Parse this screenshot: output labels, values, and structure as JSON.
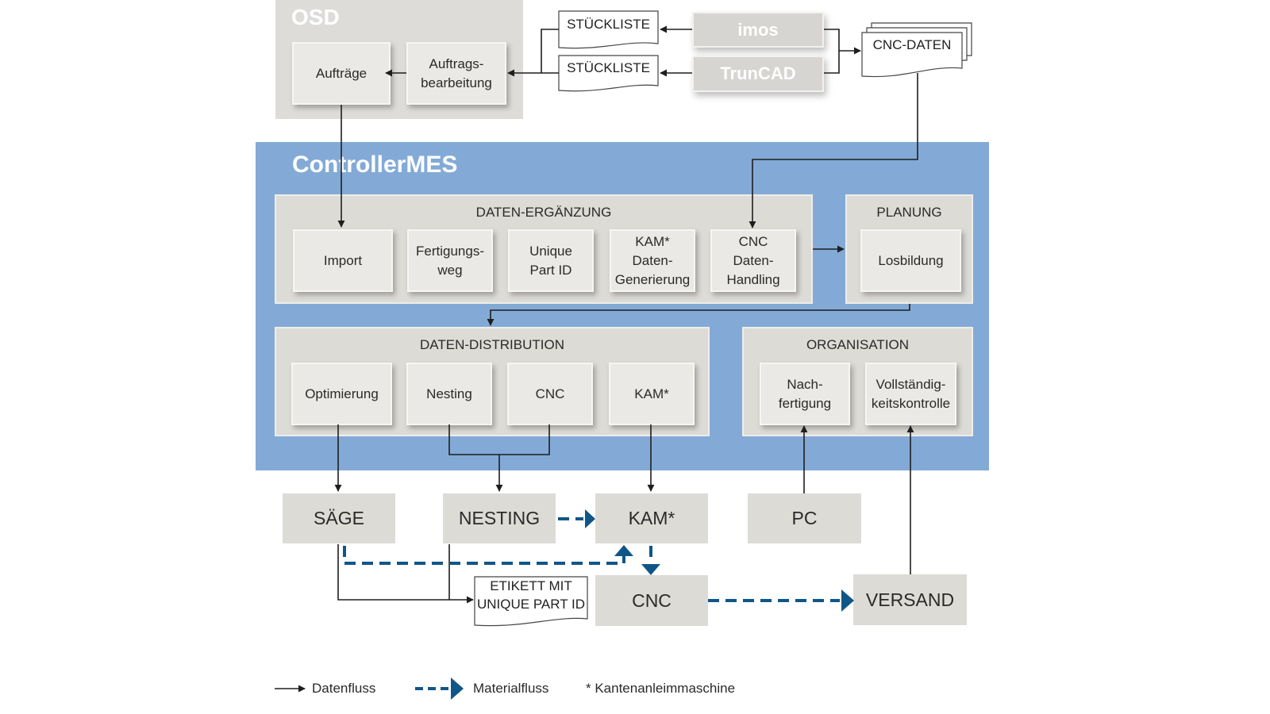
{
  "osd": {
    "title": "OSD",
    "auftraege": "Aufträge",
    "auftragsbearbeitung_l1": "Auftrags-",
    "auftragsbearbeitung_l2": "bearbeitung"
  },
  "sources": {
    "imos": "imos",
    "truncad": "TrunCAD",
    "stueckliste_1": "STÜCKLISTE",
    "stueckliste_2": "STÜCKLISTE",
    "cnc_daten": "CNC-DATEN"
  },
  "mes": {
    "title": "ControllerMES",
    "daten_ergaenzung": {
      "title": "DATEN-ERGÄNZUNG",
      "items": [
        {
          "l1": "Import"
        },
        {
          "l1": "Fertigungs-",
          "l2": "weg"
        },
        {
          "l1": "Unique",
          "l2": "Part ID"
        },
        {
          "l1": "KAM*",
          "l2": "Daten-",
          "l3": "Generierung"
        },
        {
          "l1": "CNC",
          "l2": "Daten-",
          "l3": "Handling"
        }
      ]
    },
    "planung": {
      "title": "PLANUNG",
      "items": [
        {
          "l1": "Losbildung"
        }
      ]
    },
    "daten_distribution": {
      "title": "DATEN-DISTRIBUTION",
      "items": [
        {
          "l1": "Optimierung"
        },
        {
          "l1": "Nesting"
        },
        {
          "l1": "CNC"
        },
        {
          "l1": "KAM*"
        }
      ]
    },
    "organisation": {
      "title": "ORGANISATION",
      "items": [
        {
          "l1": "Nach-",
          "l2": "fertigung"
        },
        {
          "l1": "Vollständig-",
          "l2": "keitskontrolle"
        }
      ]
    }
  },
  "machines": {
    "saege": "SÄGE",
    "nesting": "NESTING",
    "kam": "KAM*",
    "pc": "PC",
    "cnc": "CNC",
    "versand": "VERSAND"
  },
  "etikett": {
    "l1": "ETIKETT MIT",
    "l2": "UNIQUE PART ID"
  },
  "legend": {
    "datenfluss": "Datenfluss",
    "materialfluss": "Materialfluss",
    "footnote": "* Kantenanleimmaschine"
  },
  "colors": {
    "data_flow": "#1e1e1e",
    "material_flow": "#0f5688",
    "mes_background": "#83aad6",
    "panel_gray": "#dcdbd6"
  }
}
